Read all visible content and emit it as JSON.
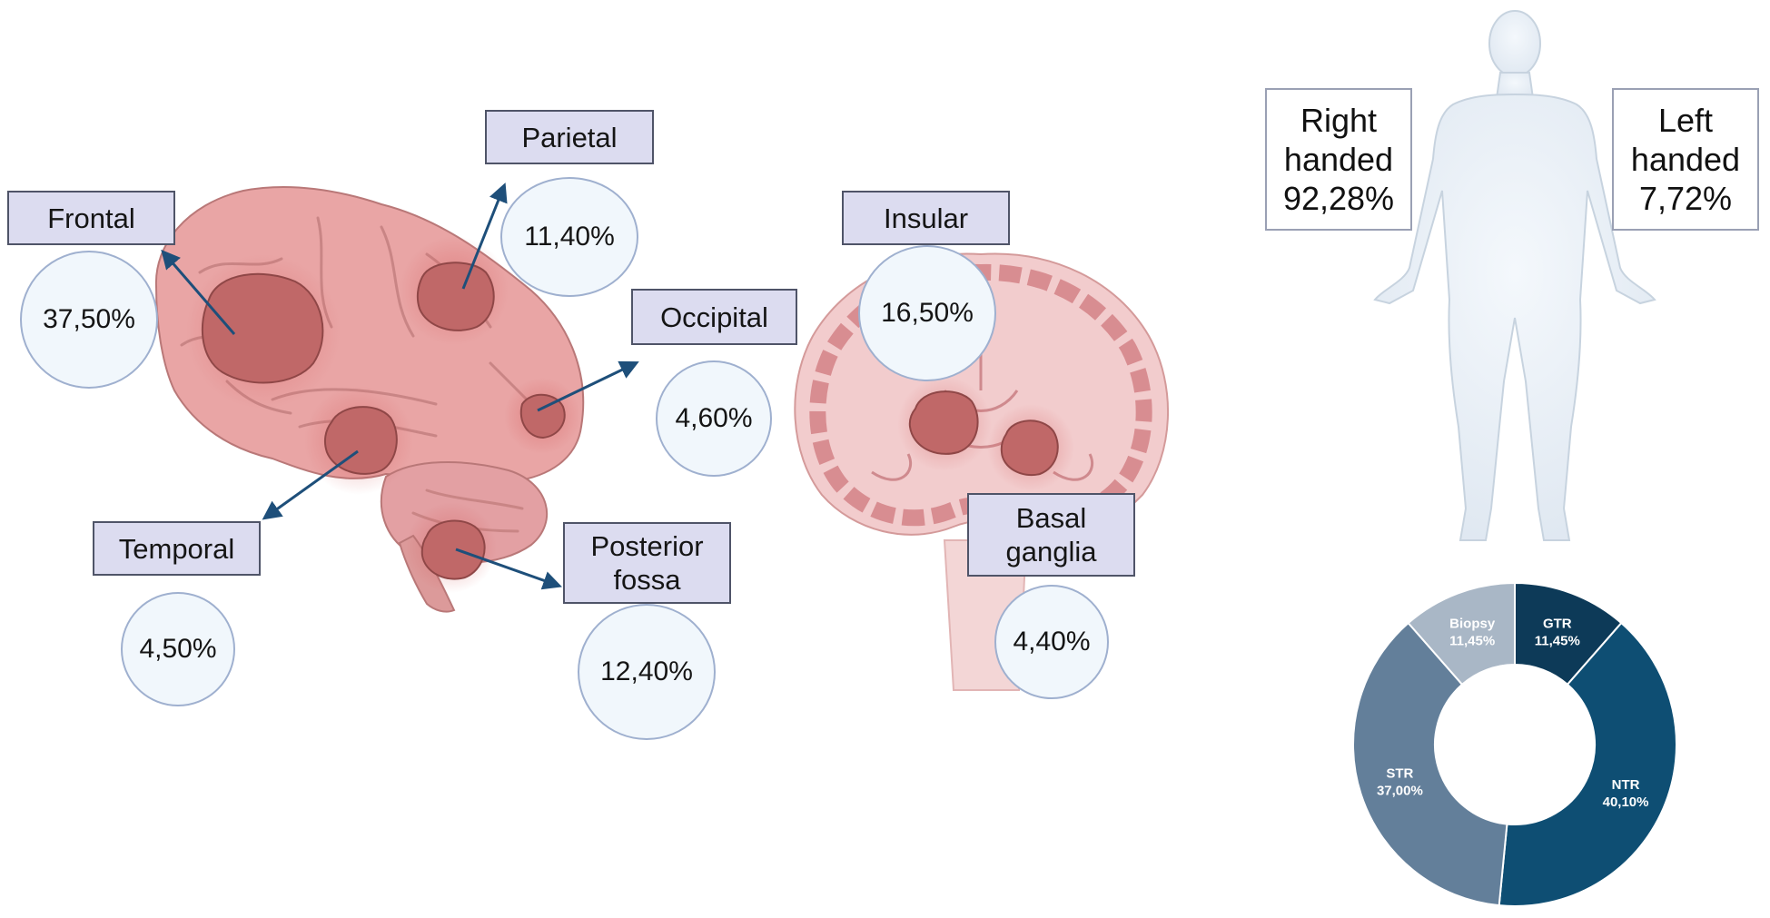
{
  "lobes": {
    "frontal": {
      "label": "Frontal",
      "value": "37,50%"
    },
    "parietal": {
      "label": "Parietal",
      "value": "11,40%"
    },
    "occipital": {
      "label": "Occipital",
      "value": "4,60%"
    },
    "temporal": {
      "label": "Temporal",
      "value": "4,50%"
    },
    "posterior_fossa": {
      "label": "Posterior fossa",
      "value": "12,40%"
    },
    "insular": {
      "label": "Insular",
      "value": "16,50%"
    },
    "basal_ganglia": {
      "label": "Basal ganglia",
      "value": "4,40%"
    }
  },
  "handedness": {
    "right": "Right handed 92,28%",
    "left": "Left handed 7,72%"
  },
  "colors": {
    "label_fill": "#dcdcf0",
    "circle_fill": "#f1f7fc",
    "arrow": "#1e4f7a",
    "brain": "#e8a4a4",
    "tumor": "#c06868"
  },
  "chart_data": {
    "type": "pie",
    "donut": true,
    "categories": [
      "GTR",
      "NTR",
      "STR",
      "Biopsy"
    ],
    "labels": [
      "11,45%",
      "40,10%",
      "37,00%",
      "11,45%"
    ],
    "values": [
      11.45,
      40.1,
      37.0,
      11.45
    ],
    "colors": [
      "#0d3a58",
      "#0e4e73",
      "#637f9a",
      "#a9b7c6"
    ]
  }
}
